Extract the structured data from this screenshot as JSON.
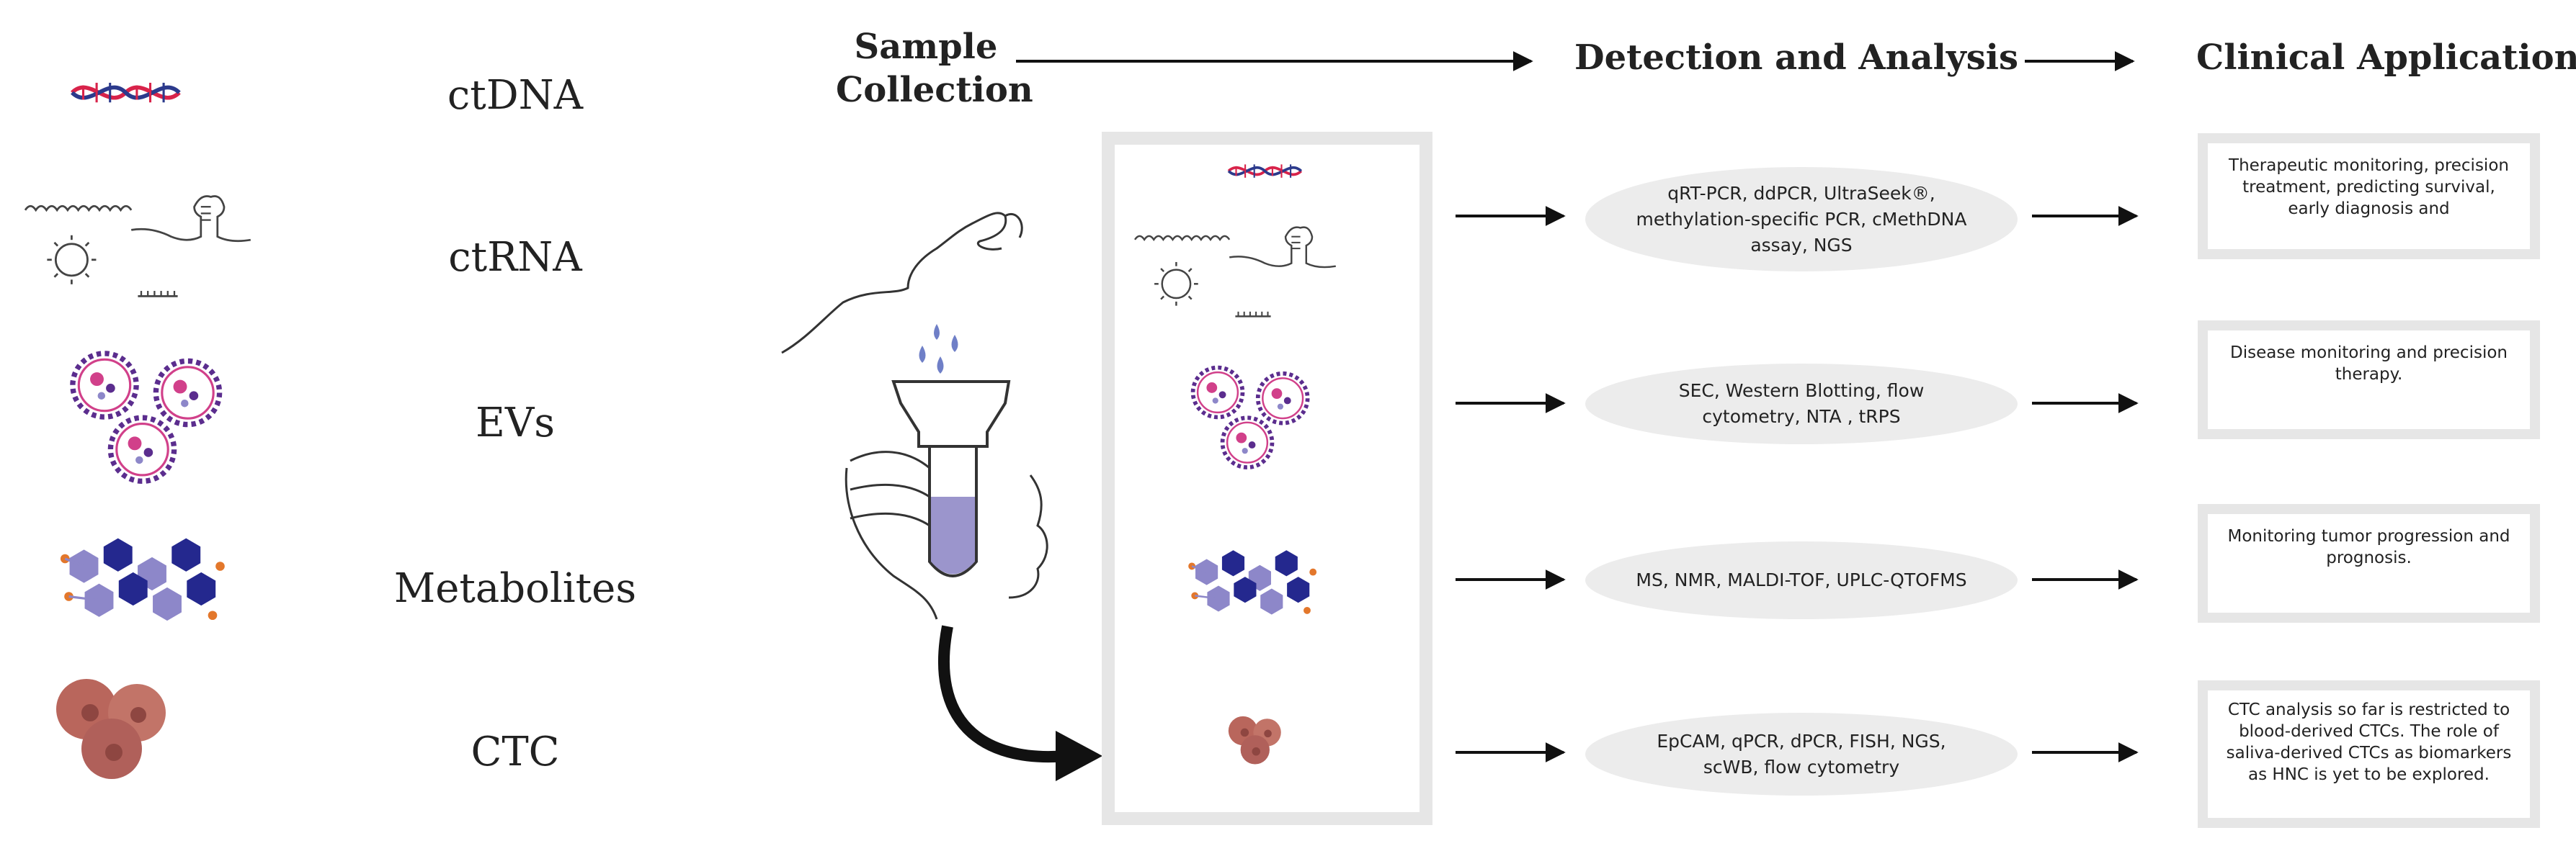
{
  "headers": {
    "sample_collection": "Sample Collection",
    "detection": "Detection and Analysis",
    "clinical": "Clinical Applications"
  },
  "biomarkers": [
    "ctDNA",
    "ctRNA",
    "EVs",
    "Metabolites",
    "CTC"
  ],
  "methods": [
    "qRT-PCR, ddPCR, UltraSeek®, methylation-specific PCR, cMethDNA assay,  NGS",
    "SEC, Western Blotting, flow cytometry, NTA , tRPS",
    "MS, NMR, MALDI-TOF, UPLC-QTOFMS",
    "EpCAM, qPCR, dPCR, FISH, NGS, scWB, flow cytometry"
  ],
  "applications": [
    "Therapeutic monitoring, precision treatment, predicting survival, early diagnosis and",
    "Disease monitoring and precision therapy.",
    "Monitoring tumor progression and prognosis.",
    "CTC analysis so far is restricted to blood-derived CTCs. The role of saliva-derived CTCs as biomarkers as HNC is yet to be explored."
  ],
  "colors": {
    "dna_red": "#d8234a",
    "dna_blue": "#2c3a8c",
    "ev_purple": "#5b2d8e",
    "ev_pink": "#d1408a",
    "hexagon_blue": "#24288e",
    "hexagon_lavender": "#8d87c9",
    "orange_dot": "#e3772b",
    "ctc_red": "#b9665c",
    "saliva_tube": "#9b95cc",
    "panel_gray": "#e6e6e6",
    "ellipse_gray": "#ececec"
  }
}
